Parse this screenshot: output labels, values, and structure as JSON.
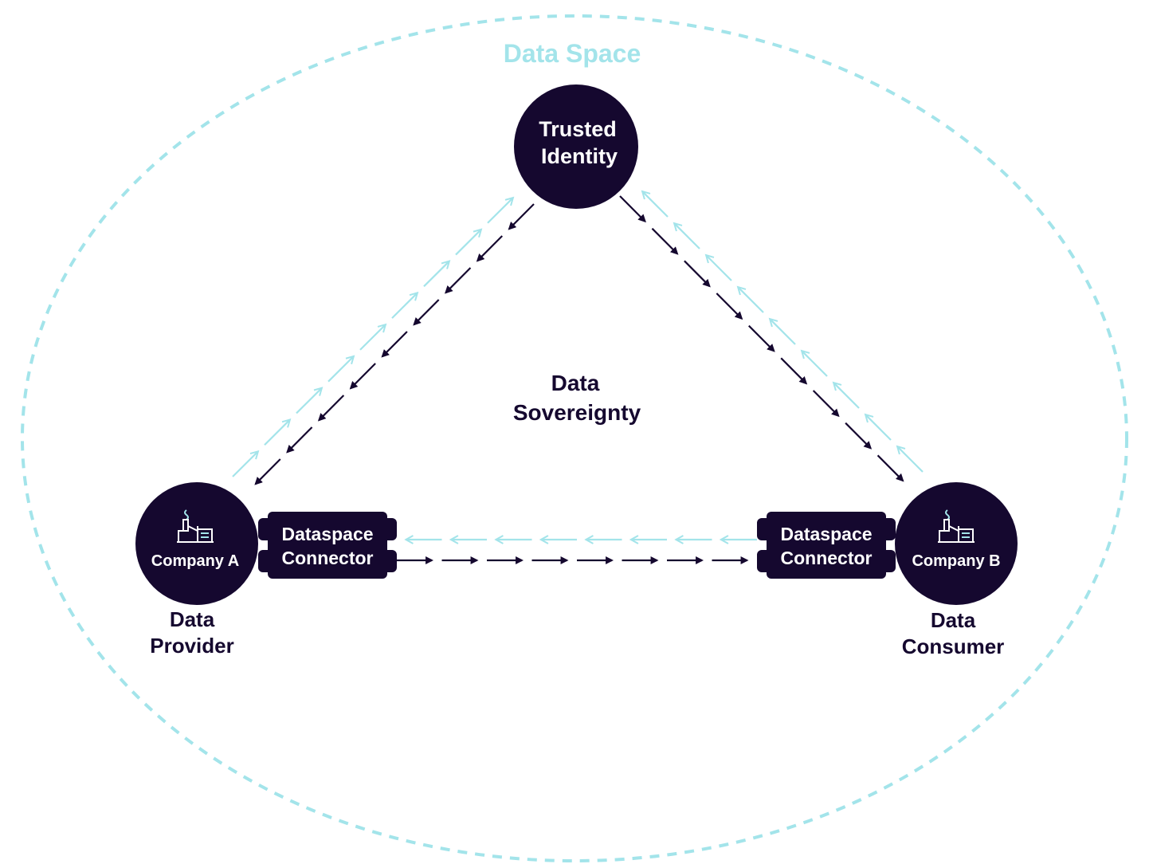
{
  "colors": {
    "navy": "#15082f",
    "cyan": "#a3e4ea",
    "white": "#ffffff"
  },
  "diagram": {
    "title": "Data Space",
    "center_label": [
      "Data",
      "Sovereignty"
    ],
    "trusted_identity": {
      "label": [
        "Trusted",
        "Identity"
      ]
    },
    "company_a": {
      "label": "Company A",
      "icon": "factory-icon",
      "role": [
        "Data",
        "Provider"
      ],
      "connector": [
        "Dataspace",
        "Connector"
      ]
    },
    "company_b": {
      "label": "Company B",
      "icon": "factory-icon",
      "role": [
        "Data",
        "Consumer"
      ],
      "connector": [
        "Dataspace",
        "Connector"
      ]
    },
    "flows": [
      {
        "from": "company_a",
        "to": "trusted_identity",
        "color": "cyan"
      },
      {
        "from": "trusted_identity",
        "to": "company_a",
        "color": "navy"
      },
      {
        "from": "trusted_identity",
        "to": "company_b",
        "color": "navy"
      },
      {
        "from": "company_b",
        "to": "trusted_identity",
        "color": "cyan"
      },
      {
        "from": "company_b",
        "to": "company_a",
        "color": "cyan"
      },
      {
        "from": "company_a",
        "to": "company_b",
        "color": "navy"
      }
    ]
  }
}
